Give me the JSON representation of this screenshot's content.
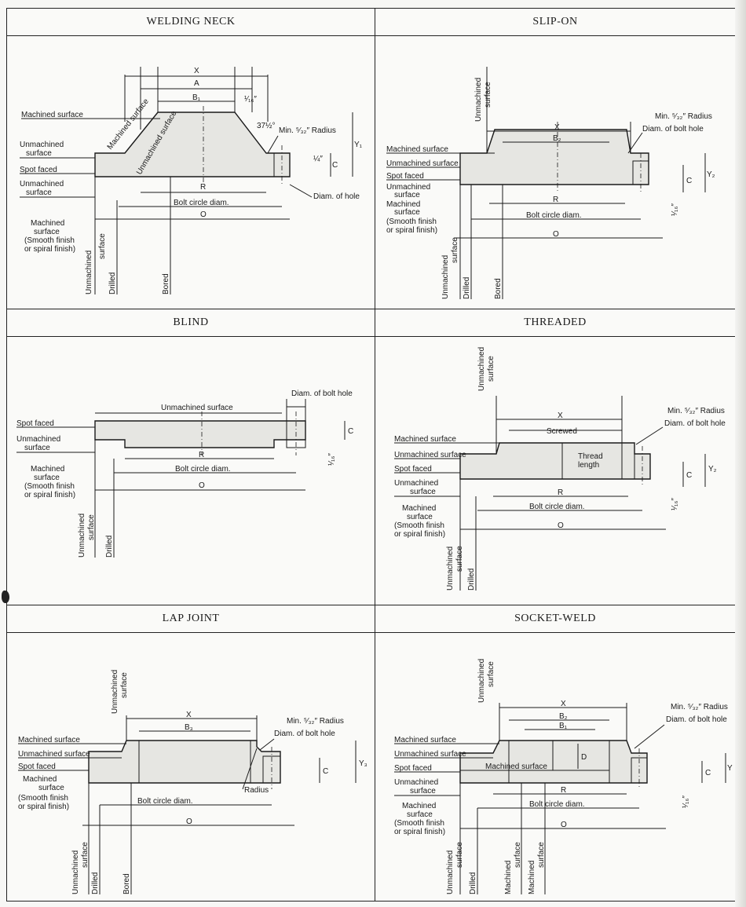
{
  "panels": {
    "welding_neck": {
      "title": "WELDING NECK",
      "labels": {
        "x": "X",
        "a": "A",
        "b1": "B₁",
        "sixteenth": "¹⁄₁₆″",
        "machined_surface": "Machined surface",
        "angle": "37½°",
        "min_radius": "Min. ⁵⁄₃₂″ Radius",
        "machined_diag": "Machined surface",
        "unmachined_diag": "Unmachined surface",
        "unmachined_surface_1": "Unmachined",
        "unmachined_surface_1b": "surface",
        "y1": "Y₁",
        "spot_faced": "Spot faced",
        "quarter": "¼″",
        "c": "C",
        "unmachined_surface_2": "Unmachined",
        "unmachined_surface_2b": "surface",
        "r": "R",
        "machined_surface_2": "Machined",
        "machined_surface_2b": "surface",
        "smooth_finish": "(Smooth finish",
        "spiral_finish": "or spiral finish)",
        "bolt_circle": "Bolt circle diam.",
        "diam_hole": "Diam. of hole",
        "o": "O",
        "unmachined_v": "Unmachined",
        "surface_v": "surface",
        "drilled": "Drilled",
        "bored": "Bored"
      }
    },
    "slip_on": {
      "title": "SLIP-ON",
      "labels": {
        "unmachined_v_top": "Unmachined",
        "surface_v_top": "surface",
        "x": "X",
        "b2": "B₂",
        "min_radius": "Min. ⁵⁄₃₂″ Radius",
        "diam_bolt_hole": "Diam. of bolt hole",
        "machined_surface": "Machined surface",
        "unmachined_surface": "Unmachined surface",
        "spot_faced": "Spot faced",
        "unmachined": "Unmachined",
        "surface": "surface",
        "machined": "Machined",
        "surface2": "surface",
        "smooth_finish": "(Smooth finish",
        "spiral_finish": "or spiral finish)",
        "y2": "Y₂",
        "c": "C",
        "sixteenth": "¹⁄₁₆″",
        "r": "R",
        "bolt_circle": "Bolt circle diam.",
        "o": "O",
        "unmachined_v": "Unmachined",
        "surface_v": "surface",
        "drilled": "Drilled",
        "bored": "Bored"
      }
    },
    "blind": {
      "title": "BLIND",
      "labels": {
        "diam_bolt_hole": "Diam. of bolt hole",
        "unmachined_surface": "Unmachined surface",
        "spot_faced": "Spot faced",
        "unmachined": "Unmachined",
        "surface": "surface",
        "c": "C",
        "sixteenth": "¹⁄₁₆″",
        "r": "R",
        "machined": "Machined",
        "surface2": "surface",
        "smooth_finish": "(Smooth finish",
        "spiral_finish": "or spiral finish)",
        "bolt_circle": "Bolt circle diam.",
        "o": "O",
        "unmachined_v": "Unmachined",
        "surface_v": "surface",
        "drilled": "Drilled"
      }
    },
    "threaded": {
      "title": "THREADED",
      "labels": {
        "unmachined_v_top": "Unmachined",
        "surface_v_top": "surface",
        "min_radius": "Min. ⁵⁄₃₂″ Radius",
        "x": "X",
        "screwed": "Screwed",
        "diam_bolt_hole": "Diam. of bolt hole",
        "machined_surface": "Machined surface",
        "unmachined_surface": "Unmachined surface",
        "thread": "Thread",
        "length": "length",
        "spot_faced": "Spot faced",
        "unmachined": "Unmachined",
        "surface": "surface",
        "y2": "Y₂",
        "c": "C",
        "sixteenth": "¹⁄₁₆″",
        "r": "R",
        "machined": "Machined",
        "surface2": "surface",
        "smooth_finish": "(Smooth finish",
        "spiral_finish": "or spiral finish)",
        "bolt_circle": "Bolt circle diam.",
        "o": "O",
        "unmachined_v": "Unmachined",
        "surface_v": "surface",
        "drilled": "Drilled"
      }
    },
    "lap_joint": {
      "title": "LAP JOINT",
      "labels": {
        "unmachined_v_top": "Unmachined",
        "surface_v_top": "surface",
        "x": "X",
        "b3": "B₃",
        "min_radius": "Min. ⁵⁄₃₂″ Radius",
        "diam_bolt_hole": "Diam. of bolt hole",
        "machined_surface": "Machined surface",
        "unmachined_surface": "Unmachined surface",
        "spot_faced": "Spot faced",
        "y3": "Y₃",
        "machined": "Machined",
        "surface2": "surface",
        "c": "C",
        "radius": "Radius",
        "smooth_finish": "(Smooth finish",
        "spiral_finish": "or spiral finish)",
        "bolt_circle": "Bolt circle diam.",
        "o": "O",
        "unmachined_v": "Unmachined",
        "surface_v": "surface",
        "drilled": "Drilled",
        "bored": "Bored"
      }
    },
    "socket_weld": {
      "title": "SOCKET-WELD",
      "labels": {
        "unmachined_v_top": "Unmachined",
        "surface_v_top": "surface",
        "x": "X",
        "b2": "B₂",
        "b1": "B₁",
        "min_radius": "Min. ⁵⁄₃₂″ Radius",
        "diam_bolt_hole": "Diam. of bolt hole",
        "machined_surface": "Machined surface",
        "unmachined_surface": "Unmachined surface",
        "d": "D",
        "y": "Y",
        "spot_faced": "Spot faced",
        "machined_surface_inner": "Machined surface",
        "unmachined": "Unmachined",
        "surface": "surface",
        "c": "C",
        "r": "R",
        "sixteenth": "¹⁄₁₆″",
        "machined": "Machined",
        "surface2": "surface",
        "smooth_finish": "(Smooth finish",
        "spiral_finish": "or spiral finish)",
        "bolt_circle": "Bolt circle diam.",
        "o": "O",
        "unmachined_v": "Unmachined",
        "surface_v": "surface",
        "drilled": "Drilled",
        "machined_v1": "Machined",
        "surface_v1": "surface",
        "machined_v2": "Machined",
        "surface_v2": "surface"
      }
    }
  }
}
